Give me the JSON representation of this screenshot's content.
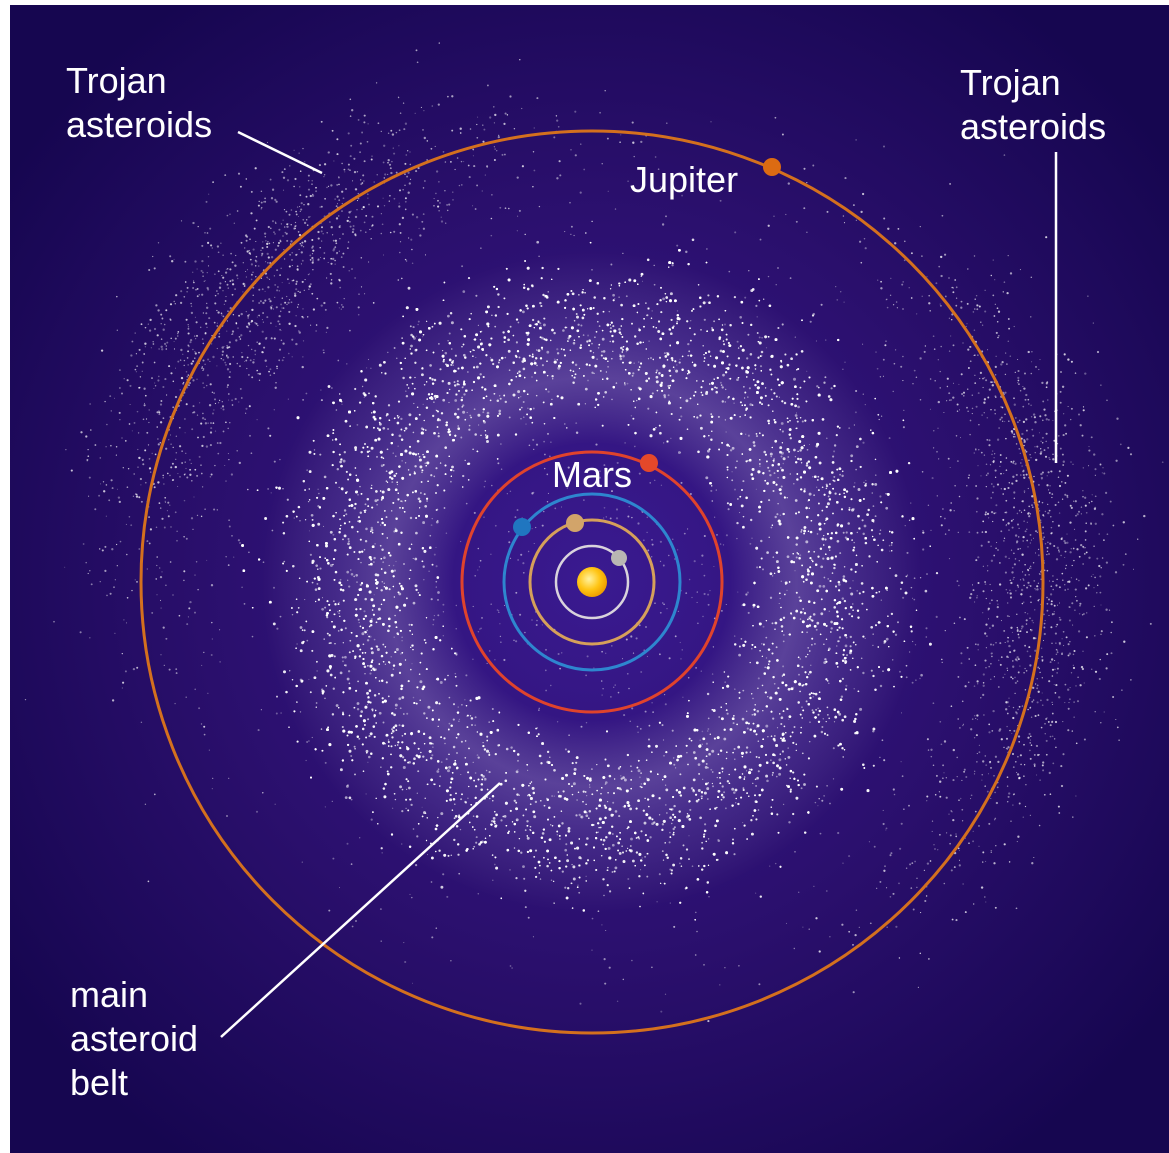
{
  "labels": {
    "trojan_left_line1": "Trojan",
    "trojan_left_line2": "asteroids",
    "trojan_right_line1": "Trojan",
    "trojan_right_line2": "asteroids",
    "jupiter": "Jupiter",
    "mars": "Mars",
    "belt_line1": "main",
    "belt_line2": "asteroid",
    "belt_line3": "belt"
  },
  "colors": {
    "background": "#240c5e",
    "sun": "#ffc515",
    "mercury_orbit": "#d9d3dc",
    "mercury": "#b9b7b3",
    "venus_orbit": "#d6a05a",
    "venus": "#d2a46a",
    "earth_orbit": "#2e86cf",
    "earth": "#2076c0",
    "mars_orbit": "#e0432c",
    "mars": "#e5482a",
    "jupiter_orbit": "#d4701e",
    "jupiter": "#dc6b12",
    "asteroid": "#ffffff",
    "leader_line": "#ffffff"
  }
}
